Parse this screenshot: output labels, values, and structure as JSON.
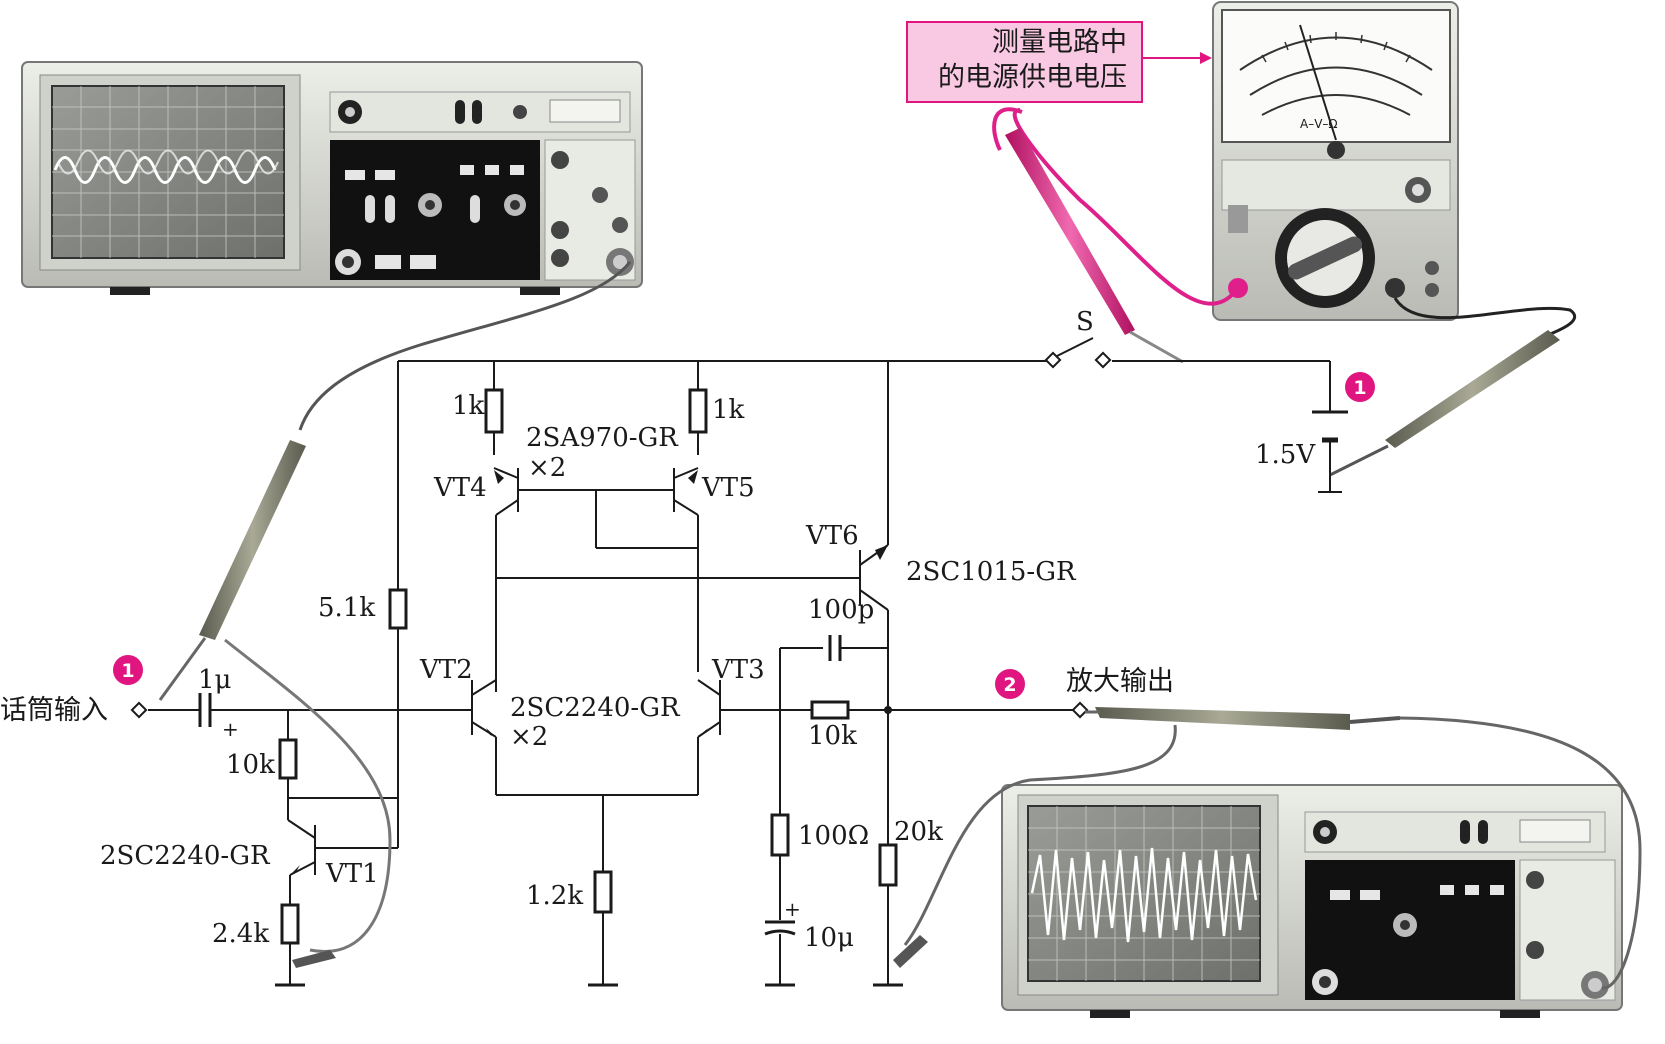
{
  "colors": {
    "wire": "#1a1a1a",
    "badge": "#e0157f",
    "callout_bg": "#f9c9e3",
    "callout_border": "#e0157f",
    "probe_pink": "#e0208a",
    "instrument_body": "#d9dbd4",
    "screen": "#8a8c88"
  },
  "labels": {
    "mic_input": "话筒输入",
    "amp_output": "放大输出",
    "callout_line1": "测量电路中",
    "callout_line2": "的电源供电电压",
    "switch": "S",
    "battery": "1.5V",
    "badge1": "1",
    "badge2": "2",
    "r_1k_a": "1k",
    "r_1k_b": "1k",
    "pnp_part": "2SA970-GR",
    "pnp_count": "×2",
    "vt4": "VT4",
    "vt5": "VT5",
    "vt6": "VT6",
    "vt6_part": "2SC1015-GR",
    "r_5k1": "5.1k",
    "c_100p": "100p",
    "vt2": "VT2",
    "vt3": "VT3",
    "npn_part": "2SC2240-GR",
    "npn_count": "×2",
    "c_1u": "1μ",
    "c_plus": "+",
    "r_10k_a": "10k",
    "r_10k_b": "10k",
    "vt1_part": "2SC2240-GR",
    "vt1": "VT1",
    "r_2k4": "2.4k",
    "r_1k2": "1.2k",
    "r_100": "100Ω",
    "c_10u": "10μ",
    "c10_plus": "+",
    "r_20k": "20k",
    "meter_dial": "A–V–Ω"
  },
  "icons": [
    "oscilloscope-icon",
    "multimeter-icon",
    "probe-icon",
    "alligator-clip-icon",
    "battery-icon",
    "switch-icon",
    "ground-icon"
  ]
}
